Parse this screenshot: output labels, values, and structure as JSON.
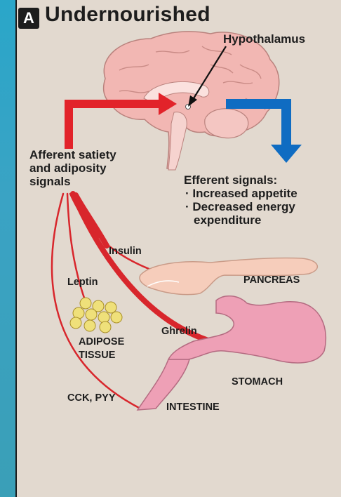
{
  "panel": {
    "label": "A",
    "title": "Undernourished"
  },
  "labels": {
    "hypothalamus": "Hypothalamus",
    "afferent_lines": [
      "Afferent satiety",
      "and adiposity",
      "signals"
    ],
    "efferent_heading": "Efferent signals:",
    "efferent_items": [
      "· Increased appetite",
      "· Decreased energy expenditure"
    ],
    "insulin": "Insulin",
    "leptin": "Leptin",
    "pancreas": "PANCREAS",
    "ghrelin": "Ghrelin",
    "adipose_lines": [
      "ADIPOSE",
      "TISSUE"
    ],
    "stomach": "STOMACH",
    "cck_pyy": "CCK, PYY",
    "intestine": "INTESTINE"
  },
  "colors": {
    "afferent_arrow": "#e2232a",
    "efferent_arrow": "#0f6cc2",
    "signal_line": "#d8262c",
    "brain": "#f2b7b3",
    "organ": "#eea0b6",
    "pancreas": "#f6cdbb",
    "fat": "#efe07a",
    "background": "#e2d9cf"
  }
}
